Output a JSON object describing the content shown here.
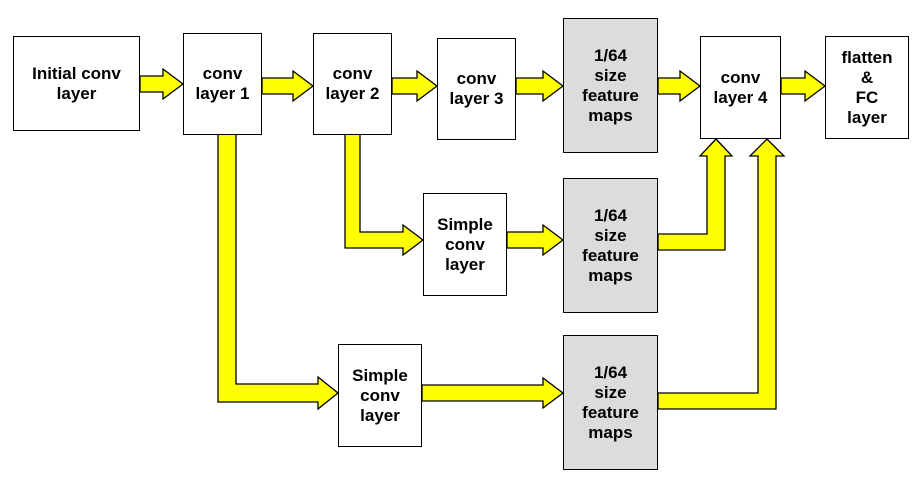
{
  "colors": {
    "arrow_fill": "#ffff00",
    "arrow_stroke": "#000000",
    "feature_map_fill": "#dcdcdc",
    "box_fill": "#ffffff"
  },
  "nodes": {
    "initial_conv": "Initial conv\nlayer",
    "conv1": "conv\nlayer 1",
    "conv2": "conv\nlayer 2",
    "conv3": "conv\nlayer 3",
    "fmap_top": "1/64\nsize\nfeature\nmaps",
    "conv4": "conv\nlayer 4",
    "flatten_fc": "flatten\n&\nFC\nlayer",
    "simple_conv_mid": "Simple\nconv\nlayer",
    "fmap_mid": "1/64\nsize\nfeature\nmaps",
    "simple_conv_bottom": "Simple\nconv\nlayer",
    "fmap_bottom": "1/64\nsize\nfeature\nmaps"
  }
}
